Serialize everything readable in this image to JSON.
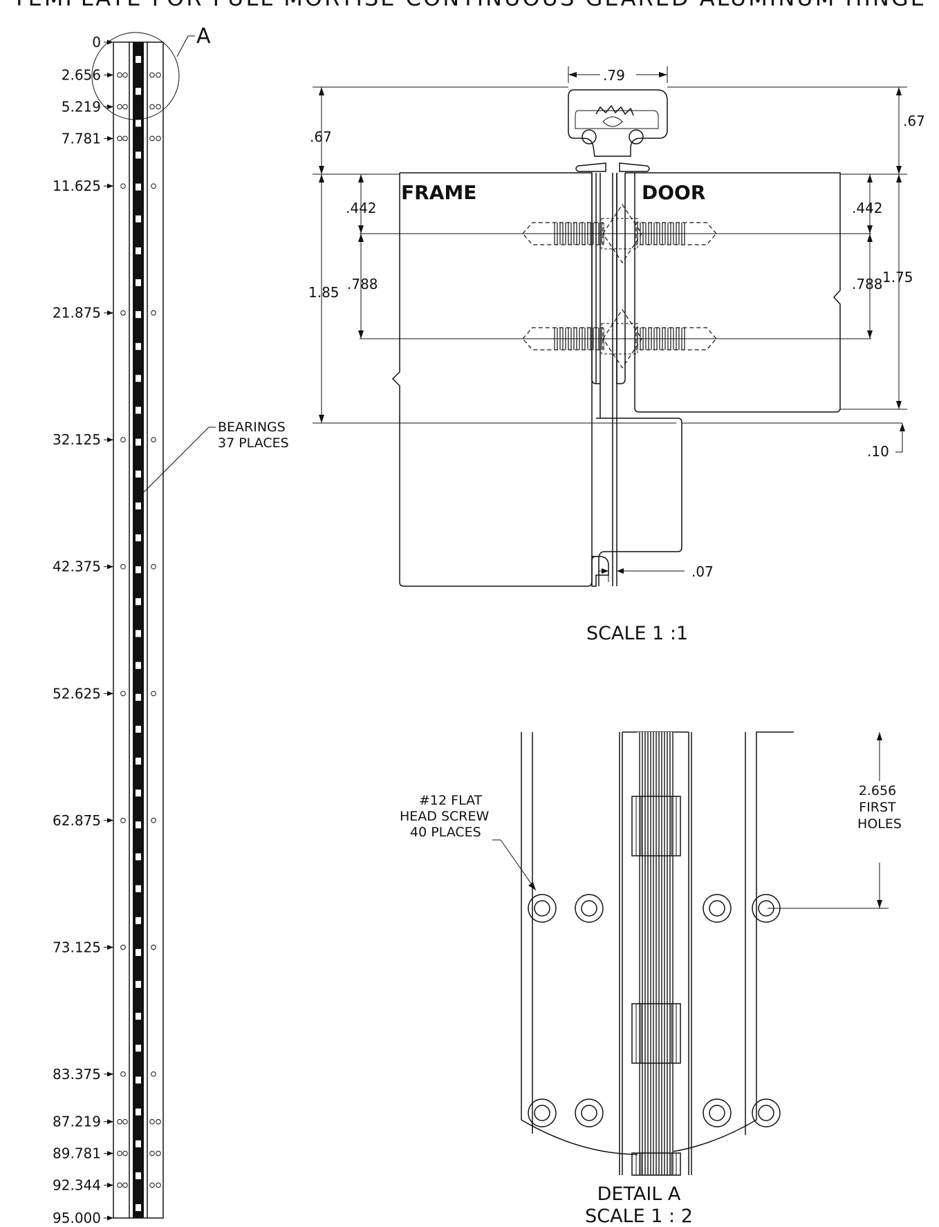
{
  "title": "TEMPLATE FOR FULL MORTISE CONTINUOUS GEARED ALUMINUM HINGE",
  "elevation": {
    "dimensions": [
      "0",
      "2.656",
      "5.219",
      "7.781",
      "11.625",
      "21.875",
      "32.125",
      "42.375",
      "52.625",
      "62.875",
      "73.125",
      "83.375",
      "87.219",
      "89.781",
      "92.344",
      "95.000"
    ],
    "detail_callout": "A",
    "bearings_note": [
      "BEARINGS",
      "37 PLACES"
    ]
  },
  "section": {
    "frame_label": "FRAME",
    "door_label": "DOOR",
    "dims": {
      "top_width": ".79",
      "left_head": ".67",
      "right_head": ".67",
      "left_first": ".442",
      "right_first": ".442",
      "left_spacing": ".788",
      "right_spacing": ".788",
      "left_total": "1.85",
      "right_total": "1.75",
      "gap_bottom": ".10",
      "leaf_gap": ".07"
    },
    "scale": "SCALE 1 :1"
  },
  "detail": {
    "screw_note": [
      "#12 FLAT",
      "HEAD SCREW",
      "40 PLACES"
    ],
    "first_holes": [
      "2.656",
      "FIRST",
      "HOLES"
    ],
    "label": "DETAIL A",
    "scale": "SCALE 1 : 2"
  }
}
